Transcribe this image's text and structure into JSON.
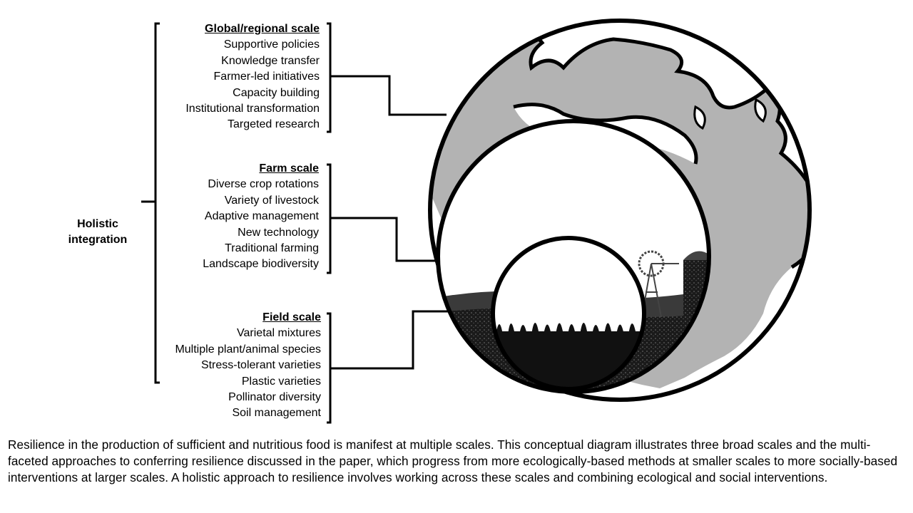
{
  "scales": [
    {
      "id": "global",
      "title": "Global/regional scale",
      "items": [
        "Supportive policies",
        "Knowledge transfer",
        "Farmer-led initiatives",
        "Capacity building",
        "Institutional transformation",
        "Targeted research"
      ]
    },
    {
      "id": "farm",
      "title": "Farm scale",
      "items": [
        "Diverse crop rotations",
        "Variety of livestock",
        "Adaptive management",
        "New technology",
        "Traditional farming",
        "Landscape biodiversity"
      ]
    },
    {
      "id": "field",
      "title": "Field scale",
      "items": [
        "Varietal mixtures",
        "Multiple plant/animal species",
        "Stress-tolerant varieties",
        "Plastic varieties",
        "Pollinator diversity",
        "Soil management"
      ]
    }
  ],
  "integration_label": "Holistic integration",
  "caption": "Resilience in the production of sufficient and nutritious food is manifest at multiple scales. This conceptual diagram illustrates three broad scales and the multi-faceted approaches to conferring resilience discussed in the paper, which progress from more ecologically-based methods at smaller scales to more socially-based interventions at larger scales. A holistic approach to resilience involves working across these scales and combining ecological and social interventions.",
  "colors": {
    "land": "#b3b3b3",
    "stroke": "#000000",
    "background": "#ffffff"
  },
  "icons": [
    "globe-illustration",
    "farm-illustration",
    "wheat-field-illustration",
    "windmill-icon",
    "silo-icon"
  ]
}
